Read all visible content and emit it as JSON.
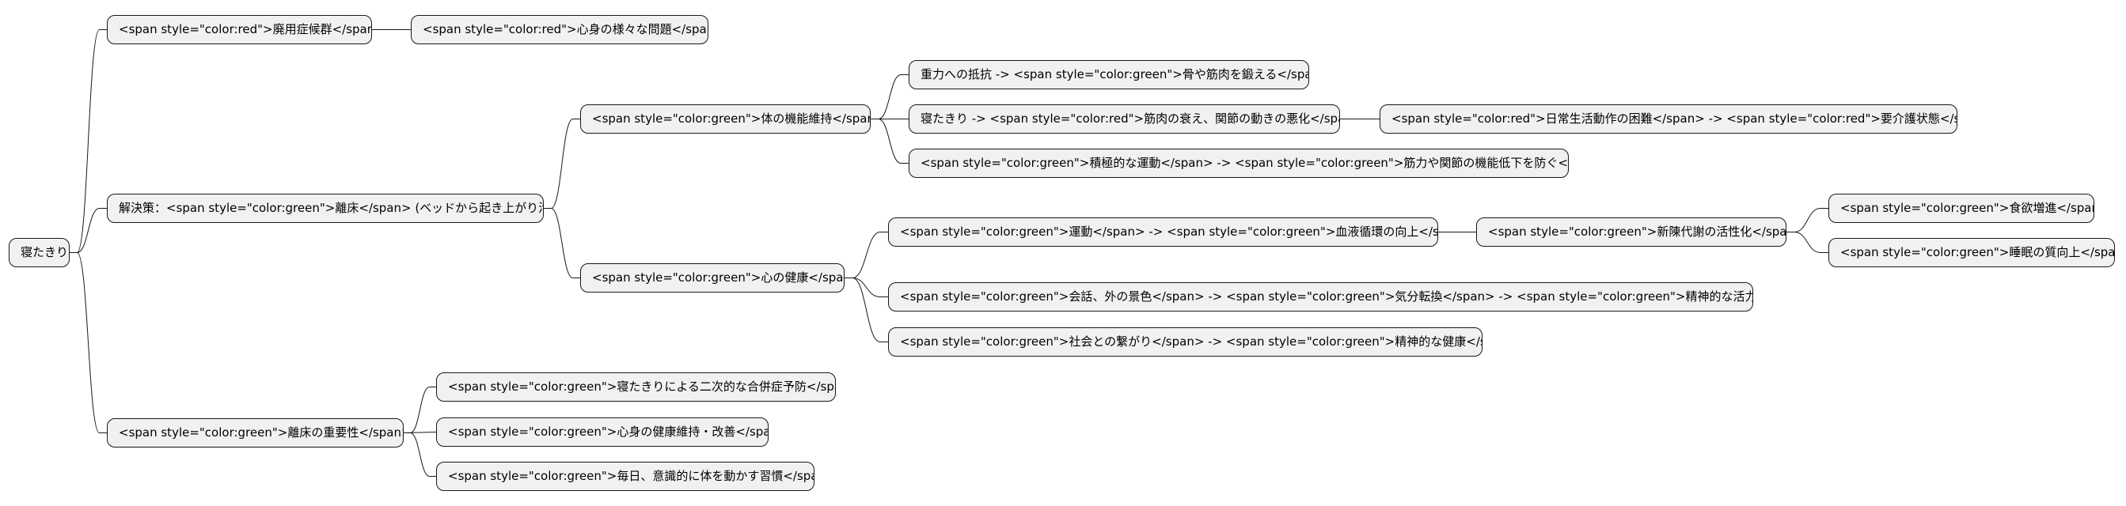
{
  "diagram": {
    "root": {
      "label": "寝たきり"
    },
    "branches": {
      "disuse_syndrome": {
        "label": "<span style=\"color:red\">廃用症候群</span>",
        "children": {
          "mind_body_problems": {
            "label": "<span style=\"color:red\">心身の様々な問題</span>"
          }
        }
      },
      "solution": {
        "label": "解決策：<span style=\"color:green\">離床</span> (ベッドから起き上がり活動)",
        "children": {
          "body_function": {
            "label": "<span style=\"color:green\">体の機能維持</span>",
            "children": {
              "gravity": {
                "label": "重力への抵抗 -> <span style=\"color:green\">骨や筋肉を鍛える</span>"
              },
              "bedridden_decline": {
                "label": "寝たきり -> <span style=\"color:red\">筋肉の衰え、関節の動きの悪化</span>",
                "children": {
                  "daily_difficulty": {
                    "label": "<span style=\"color:red\">日常生活動作の困難</span> -> <span style=\"color:red\">要介護状態</span>"
                  }
                }
              },
              "active_exercise": {
                "label": "<span style=\"color:green\">積極的な運動</span> -> <span style=\"color:green\">筋力や関節の機能低下を防ぐ</span>"
              }
            }
          },
          "mental_health": {
            "label": "<span style=\"color:green\">心の健康</span>",
            "children": {
              "exercise_circulation": {
                "label": "<span style=\"color:green\">運動</span> -> <span style=\"color:green\">血液循環の向上</span>",
                "children": {
                  "metabolism": {
                    "label": "<span style=\"color:green\">新陳代謝の活性化</span>",
                    "children": {
                      "appetite": {
                        "label": "<span style=\"color:green\">食欲増進</span>"
                      },
                      "sleep": {
                        "label": "<span style=\"color:green\">睡眠の質向上</span>"
                      }
                    }
                  }
                }
              },
              "conversation": {
                "label": "<span style=\"color:green\">会話、外の景色</span> -> <span style=\"color:green\">気分転換</span> -> <span style=\"color:green\">精神的な活力</span>"
              },
              "social": {
                "label": "<span style=\"color:green\">社会との繋がり</span> -> <span style=\"color:green\">精神的な健康</span>"
              }
            }
          }
        }
      },
      "importance": {
        "label": "<span style=\"color:green\">離床の重要性</span>",
        "children": {
          "prevention": {
            "label": "<span style=\"color:green\">寝たきりによる二次的な合併症予防</span>"
          },
          "maintenance": {
            "label": "<span style=\"color:green\">心身の健康維持・改善</span>"
          },
          "habit": {
            "label": "<span style=\"color:green\">毎日、意識的に体を動かす習慣</span>"
          }
        }
      }
    },
    "colors": {
      "node_fill": "#f1f1f1",
      "node_border": "#181818",
      "edge": "#181818",
      "background": "#ffffff"
    }
  }
}
